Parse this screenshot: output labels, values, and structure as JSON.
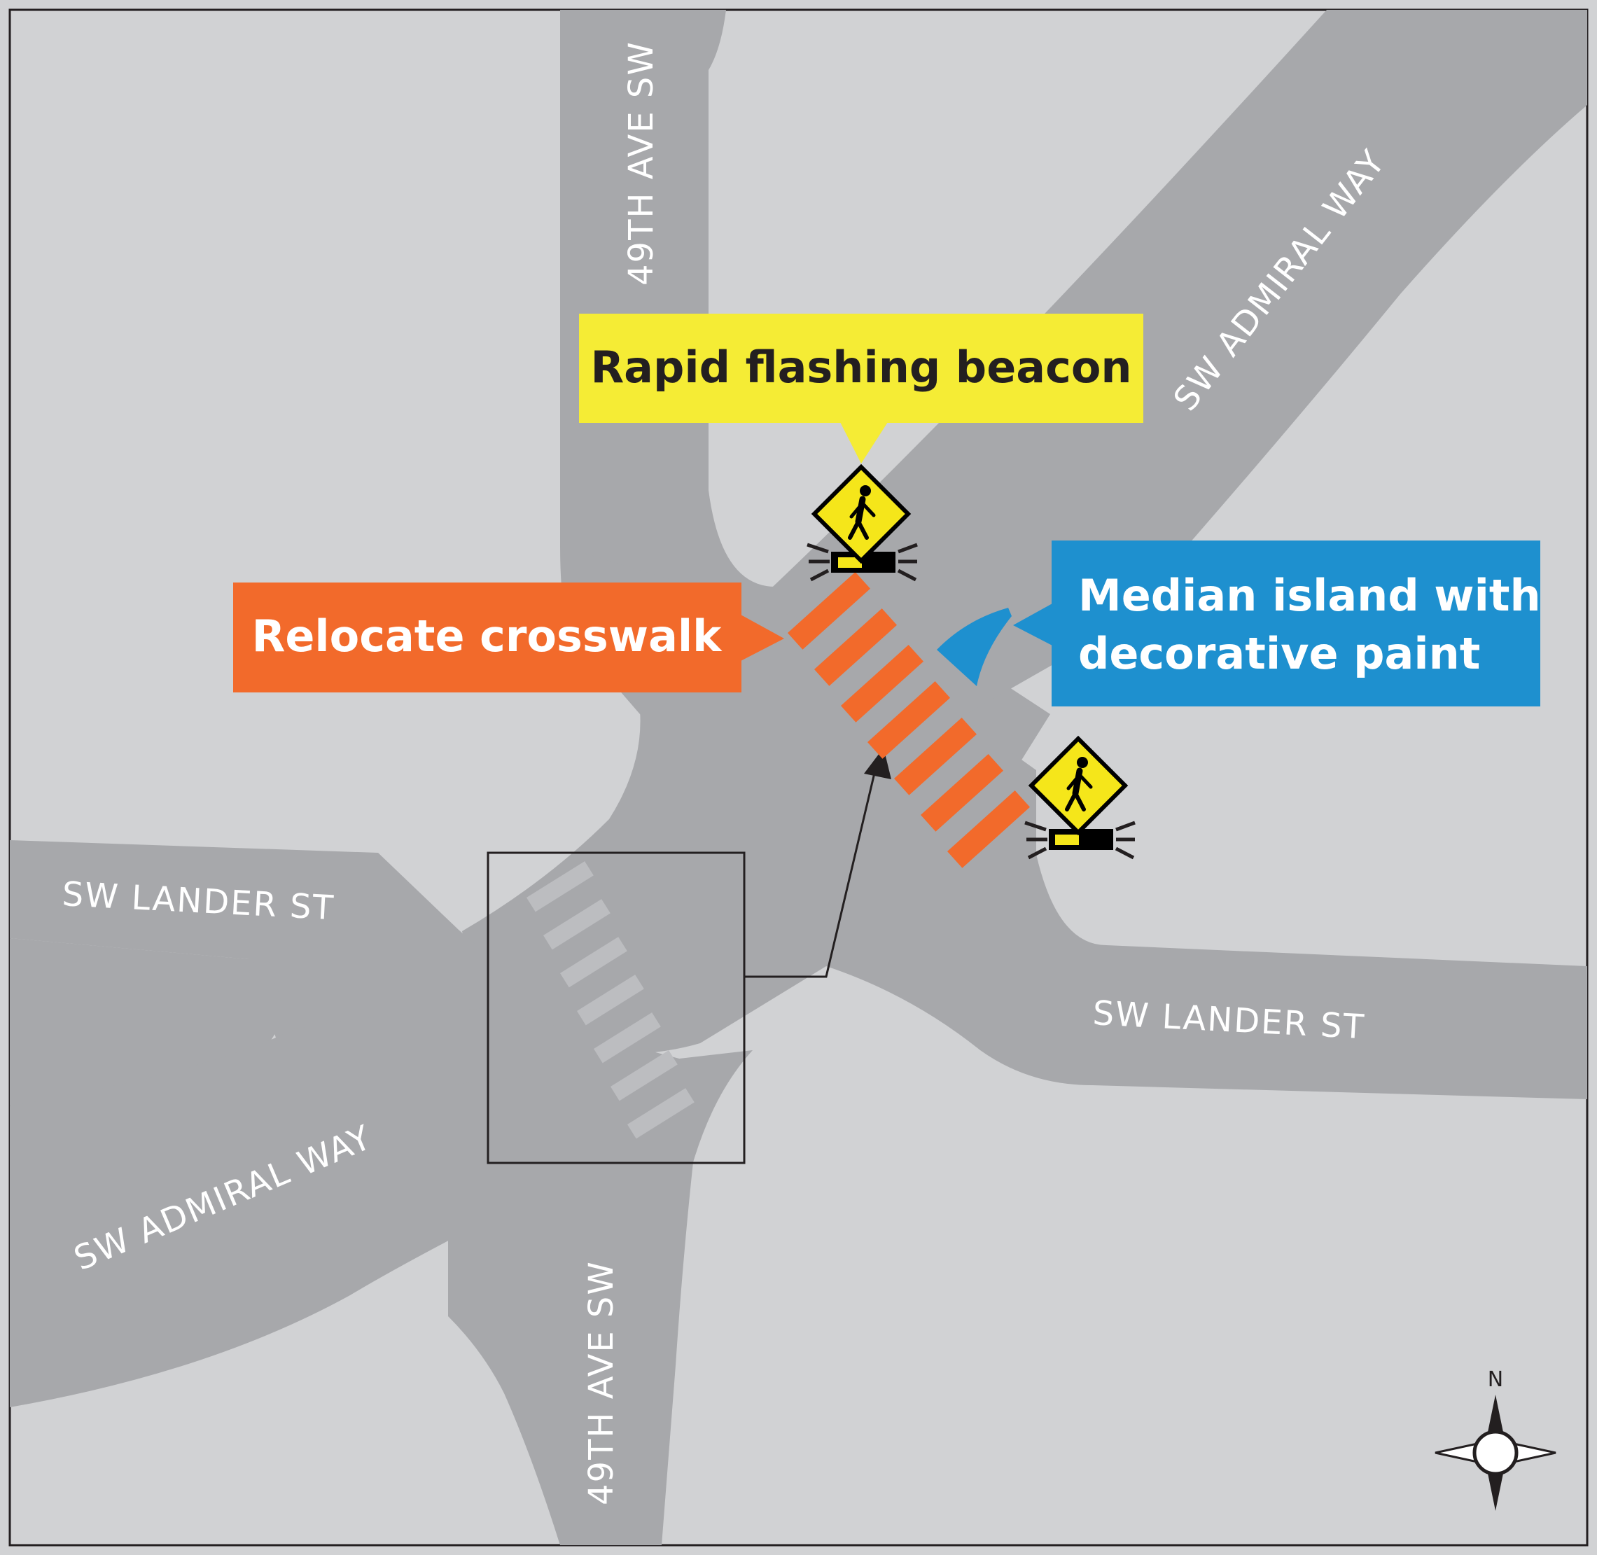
{
  "streets": {
    "n_49th": "49TH AVE SW",
    "s_49th": "49TH AVE SW",
    "ne_admiral": "SW ADMIRAL WAY",
    "sw_admiral": "SW ADMIRAL WAY",
    "w_lander": "SW LANDER ST",
    "e_lander": "SW LANDER ST"
  },
  "callouts": {
    "beacon": "Rapid flashing beacon",
    "crosswalk": "Relocate crosswalk",
    "median_line1": "Median island with",
    "median_line2": "decorative paint"
  },
  "compass": {
    "north": "N"
  },
  "colors": {
    "background": "#d1d2d4",
    "road": "#a7a8ab",
    "crosswalk": "#f26a2b",
    "beacon_callout": "#f5ec35",
    "median_callout": "#1e90cf",
    "sign_yellow": "#f5e61a"
  }
}
